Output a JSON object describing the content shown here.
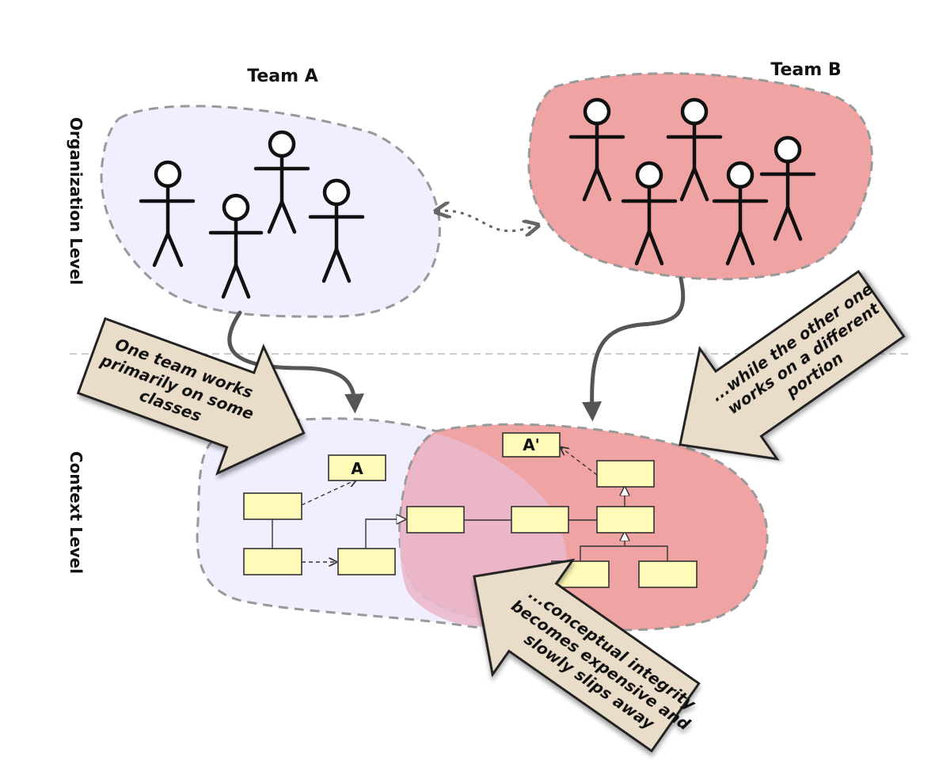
{
  "teams": {
    "team_a": "Team A",
    "team_b": "Team B"
  },
  "levels": {
    "organization": "Organization Level",
    "context": "Context Level"
  },
  "classes": {
    "a": "A",
    "a_prime": "A'"
  },
  "callouts": {
    "left": [
      "One team works",
      "primarily on some",
      "classes"
    ],
    "right": [
      "...while the other one",
      "works on a different",
      "portion"
    ],
    "bottom": [
      "...conceptual integrity",
      "becomes expensive and",
      "slowly slips away"
    ]
  },
  "colors": {
    "team_a_fill": "#f1efff",
    "team_b_fill": "#f0a3a3",
    "overlap_fill": "#eab8cc",
    "class_fill": "#fffab8",
    "callout_fill": "#e9ddc9"
  }
}
